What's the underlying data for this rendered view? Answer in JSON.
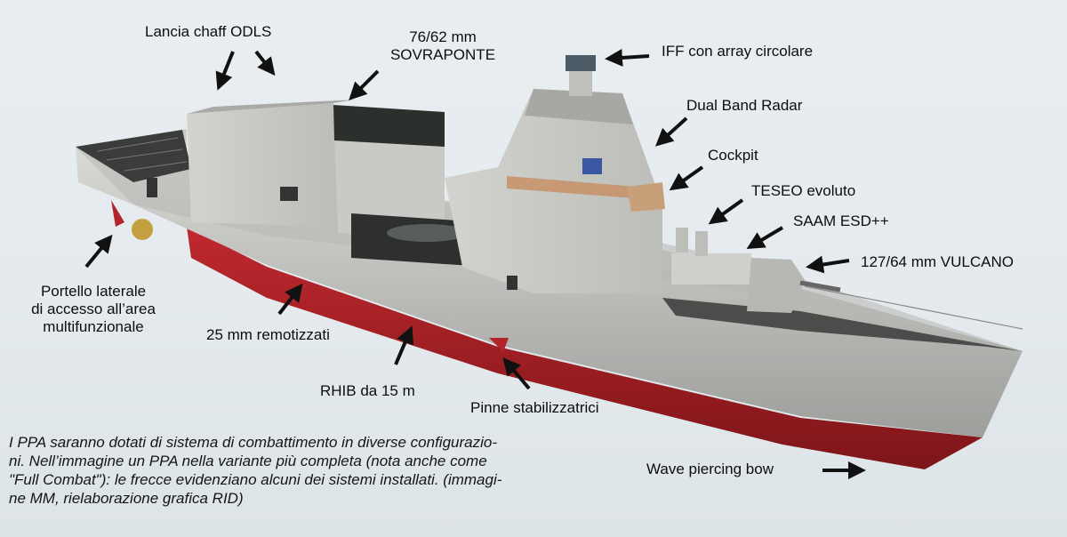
{
  "labels": {
    "lancia_chaff": "Lancia chaff ODLS",
    "gun_76_line1": "76/62 mm",
    "gun_76_line2": "SOVRAPONTE",
    "iff": "IFF con array circolare",
    "dual_band_radar": "Dual Band Radar",
    "cockpit": "Cockpit",
    "teseo": "TESEO evoluto",
    "saam": "SAAM ESD++",
    "gun_127": "127/64 mm VULCANO",
    "portello_line1": "Portello laterale",
    "portello_line2": "di accesso all’area",
    "portello_line3": "multifunzionale",
    "remotizzati": "25 mm remotizzati",
    "rhib": "RHIB da 15 m",
    "pinne": "Pinne stabilizzatrici",
    "wave_bow": "Wave piercing bow"
  },
  "caption": {
    "line1": "I PPA saranno dotati di sistema di combattimento in diverse configurazio-",
    "line2": "ni. Nell’immagine un PPA nella variante più completa (nota anche come",
    "line3": "\"Full Combat\"): le frecce evidenziano alcuni dei sistemi installati. (immagi-",
    "line4": "ne MM, rielaborazione grafica RID)"
  },
  "colors": {
    "hull_red": "#b3242a",
    "hull_grey": "#c8c8c4",
    "superstructure": "#d6d6d2",
    "dark_panel": "#2f3330",
    "arrow": "#111111"
  }
}
